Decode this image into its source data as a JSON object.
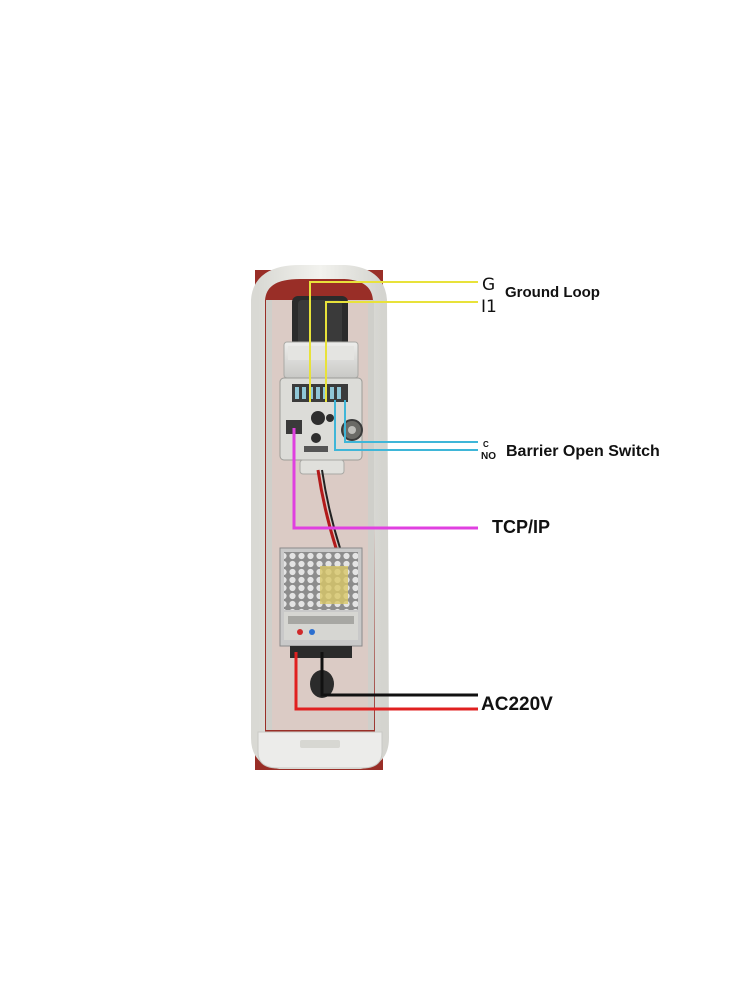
{
  "labels": {
    "ground_loop": {
      "title": "Ground Loop",
      "terminal_g": "G",
      "terminal_i1": "I1"
    },
    "barrier_switch": {
      "title": "Barrier Open Switch",
      "terminal_c": "C",
      "terminal_no": "NO"
    },
    "network": {
      "title": "TCP/IP"
    },
    "power": {
      "title": "AC220V"
    }
  },
  "wire_colors": {
    "ground_loop": "#e8e23a",
    "barrier_switch": "#3fb6d8",
    "network": "#e040e0",
    "power_neutral": "#111111",
    "power_live": "#e02020"
  },
  "housing_colors": {
    "back_panel": "#b8352c",
    "frame": "#e6e6e2",
    "camera_body": "#d9d9d6",
    "psu_body": "#c9c9c9"
  }
}
